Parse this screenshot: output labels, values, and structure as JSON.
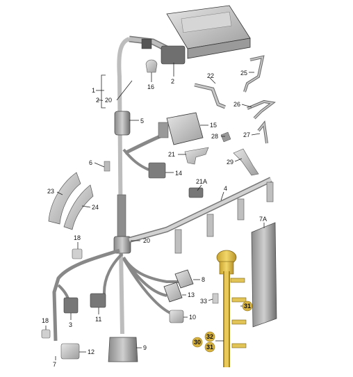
{
  "labels": {
    "l1": "1",
    "l2": "2",
    "l2_20": "2 - 20",
    "l4": "4",
    "l5": "5",
    "l6": "6",
    "l7": "7",
    "l7a": "7A",
    "l8": "8",
    "l9": "9",
    "l10": "10",
    "l11": "11",
    "l12": "12",
    "l13": "13",
    "l14": "14",
    "l15": "15",
    "l16": "16",
    "l18a": "18",
    "l18b": "18",
    "l20": "20",
    "l21": "21",
    "l21a": "21A",
    "l22": "22",
    "l23": "23",
    "l24": "24",
    "l25": "25",
    "l26": "26",
    "l27": "27",
    "l28": "28",
    "l29": "29",
    "l30": "30",
    "l31a": "31",
    "l31b": "31",
    "l32": "32",
    "l33": "33",
    "l3": "3"
  },
  "colors": {
    "badge": "#d9b340",
    "yellow_part": "#e6c64a",
    "grey_part": "#c9c9c9",
    "dark_part": "#6e6e6e"
  }
}
